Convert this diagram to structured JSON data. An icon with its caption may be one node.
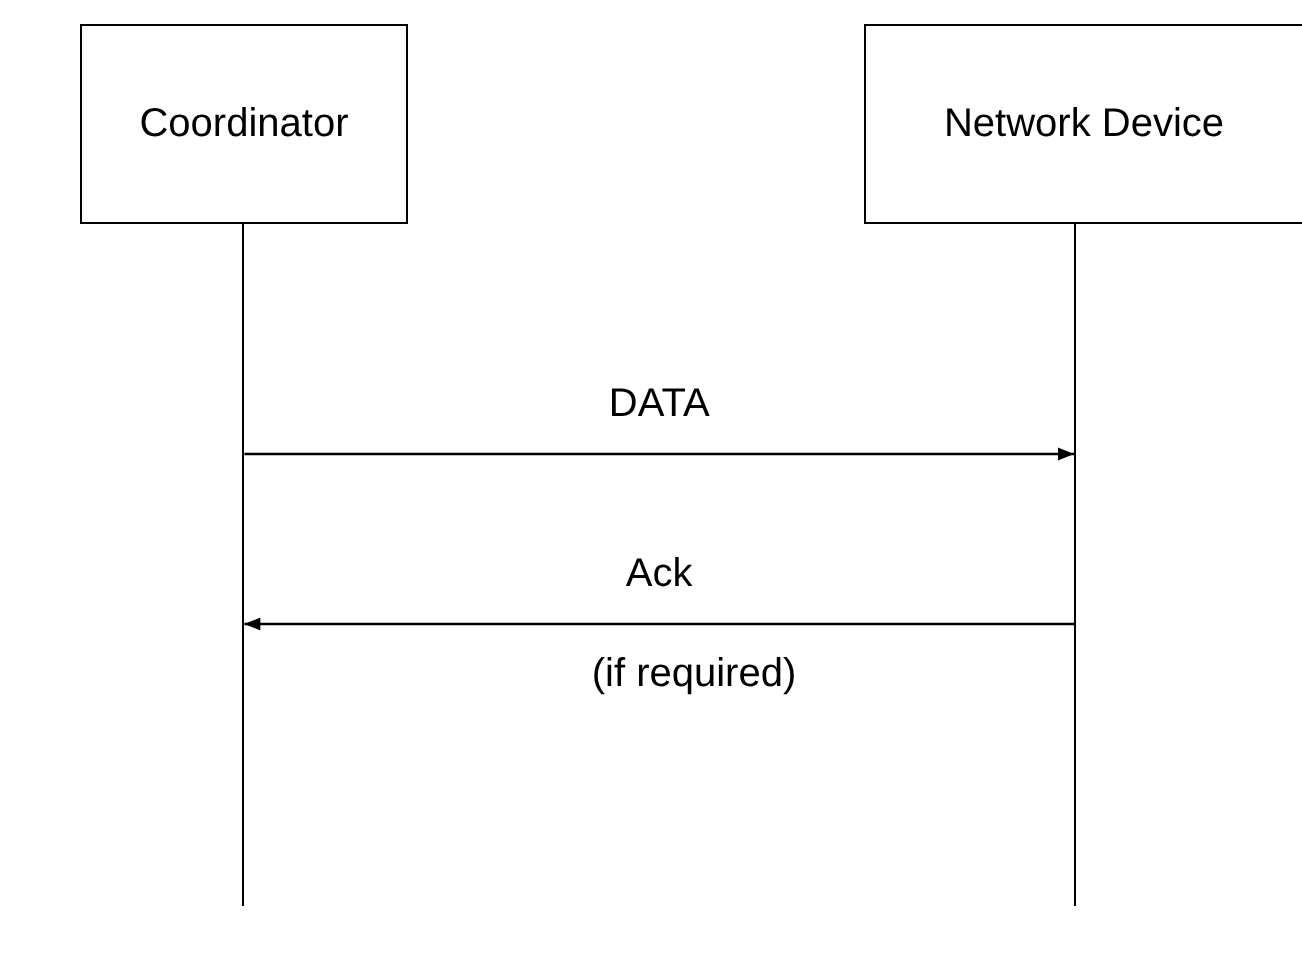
{
  "diagram": {
    "nodes": [
      {
        "text": [
          "Coordinator"
        ]
      },
      {
        "text": [
          "Network Device"
        ]
      },
      {
        "text": [],
        "shape": "bar"
      },
      {
        "text": [],
        "shape": "bar"
      }
    ],
    "edges": [
      {
        "from": 2,
        "to": 3,
        "arrow": "to",
        "label": "DATA"
      },
      {
        "from": 3,
        "to": 2,
        "arrow": "to",
        "label": "Ack"
      }
    ],
    "labels": [
      "(if required)"
    ]
  }
}
